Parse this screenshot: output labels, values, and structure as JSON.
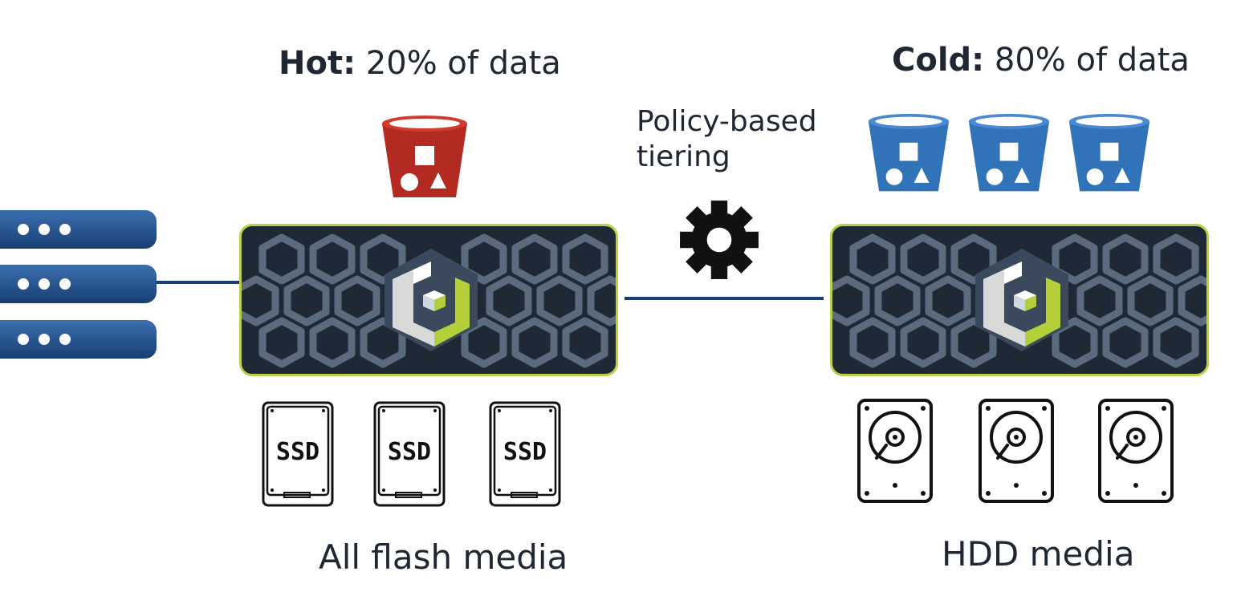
{
  "hot": {
    "label": "Hot:",
    "text": "20% of data"
  },
  "cold": {
    "label": "Cold:",
    "text": "80% of data"
  },
  "policy": {
    "text": "Policy-based\ntiering"
  },
  "ssd": {
    "label": "SSD",
    "count": 3
  },
  "hdd": {
    "count": 3
  },
  "captions": {
    "flash": "All flash media",
    "hdd": "HDD media"
  },
  "colors": {
    "hot_bucket": "#b22a21",
    "cold_bucket": "#3173b8",
    "node_border": "#b9d146",
    "node_bg": "#1f2935",
    "server": "#1d4a84",
    "connector": "#173f74"
  },
  "icons": [
    "server-icon",
    "bucket-icon",
    "gear-icon",
    "ssd-icon",
    "hdd-icon",
    "storage-node-logo"
  ]
}
